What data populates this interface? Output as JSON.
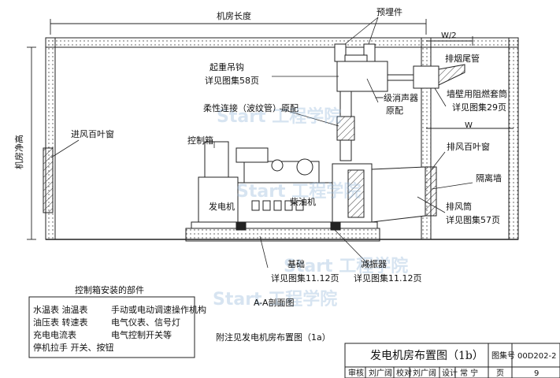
{
  "labels": {
    "room_length": "机房长度",
    "embedded_part": "预埋件",
    "w_half": "W/2",
    "w": "W",
    "hoist_hook": "起重吊钩",
    "hoist_hook_ref": "详见图集58页",
    "flex_connector": "柔性连接（波纹管）原配",
    "silencer": "一级消声器",
    "silencer_note": "原配",
    "tail_pipe": "排烟尾管",
    "wall_sleeve": "墙壁用阻燃套筒",
    "wall_sleeve_ref": "详见图集29页",
    "control_box": "控制箱",
    "intake_louver": "进风百叶窗",
    "exhaust_louver": "排风百叶窗",
    "partition_wall": "隔离墙",
    "exhaust_duct": "排风筒",
    "exhaust_duct_ref": "详见图集57页",
    "generator": "发电机",
    "diesel_engine": "柴油机",
    "foundation": "基础",
    "foundation_ref": "详见图集11.12页",
    "damper": "减振器",
    "damper_ref": "详见图集11.12页",
    "section": "A-A剖面图",
    "attach_note": "附注见发电机房布置图（1a）",
    "room_height": "机房净高"
  },
  "parts_list": {
    "title": "控制箱安装的部件",
    "items": [
      "水温表  油温表",
      "手动或电动调速操作机构",
      "油压表  转速表",
      "电气仪表、信号灯",
      "充电电流表",
      "电气控制开关等",
      "停机拉手  开关、按钮"
    ]
  },
  "title_block": {
    "title": "发电机房布置图（1b）",
    "atlas_no_label": "图集号",
    "atlas_no": "00D202-2",
    "review_label": "审核",
    "review_sig": "刘广阔",
    "check_label": "校对",
    "check_sig": "刘广阔",
    "design_label": "设计",
    "design_sig": "常 宁",
    "page_label": "页",
    "page": "9"
  },
  "watermarks": [
    "Start 工程学院",
    "Start 工程学院",
    "Start 工程学院",
    "Start 工程学院"
  ]
}
